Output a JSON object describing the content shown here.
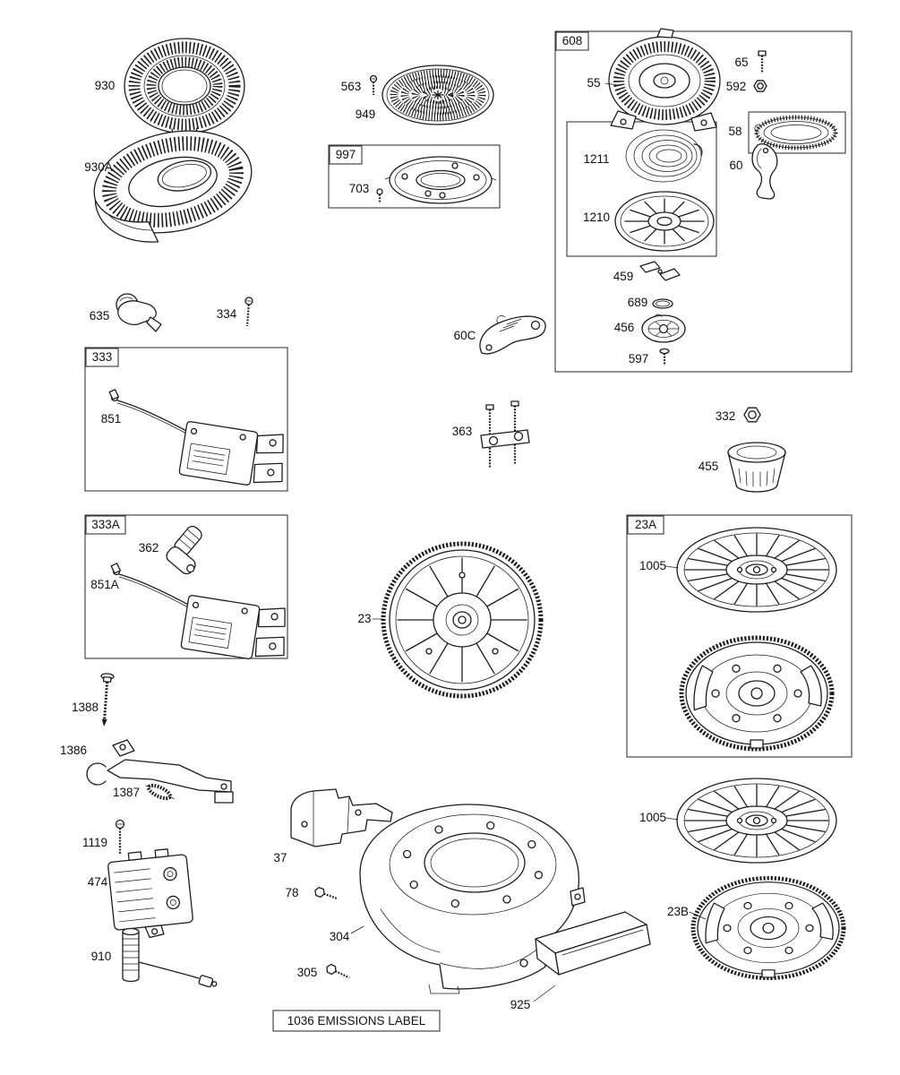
{
  "diagram": {
    "groups": {
      "g608": "608",
      "g997": "997",
      "g333": "333",
      "g333A": "333A",
      "g23A": "23A"
    },
    "labels": {
      "p930": "930",
      "p930A": "930A",
      "p563": "563",
      "p949": "949",
      "p703": "703",
      "p55": "55",
      "p65": "65",
      "p592": "592",
      "p58": "58",
      "p60": "60",
      "p1211": "1211",
      "p1210": "1210",
      "p459": "459",
      "p689": "689",
      "p456": "456",
      "p597": "597",
      "p635": "635",
      "p334": "334",
      "p60C": "60C",
      "p851": "851",
      "p363": "363",
      "p332": "332",
      "p455": "455",
      "p362": "362",
      "p851A": "851A",
      "p23": "23",
      "p1005": "1005",
      "p1005b": "1005",
      "p1388": "1388",
      "p1386": "1386",
      "p1387": "1387",
      "p1119": "1119",
      "p474": "474",
      "p910": "910",
      "p37": "37",
      "p78": "78",
      "p304": "304",
      "p305": "305",
      "p925": "925",
      "p23B": "23B",
      "emissions": "1036 EMISSIONS LABEL"
    }
  }
}
